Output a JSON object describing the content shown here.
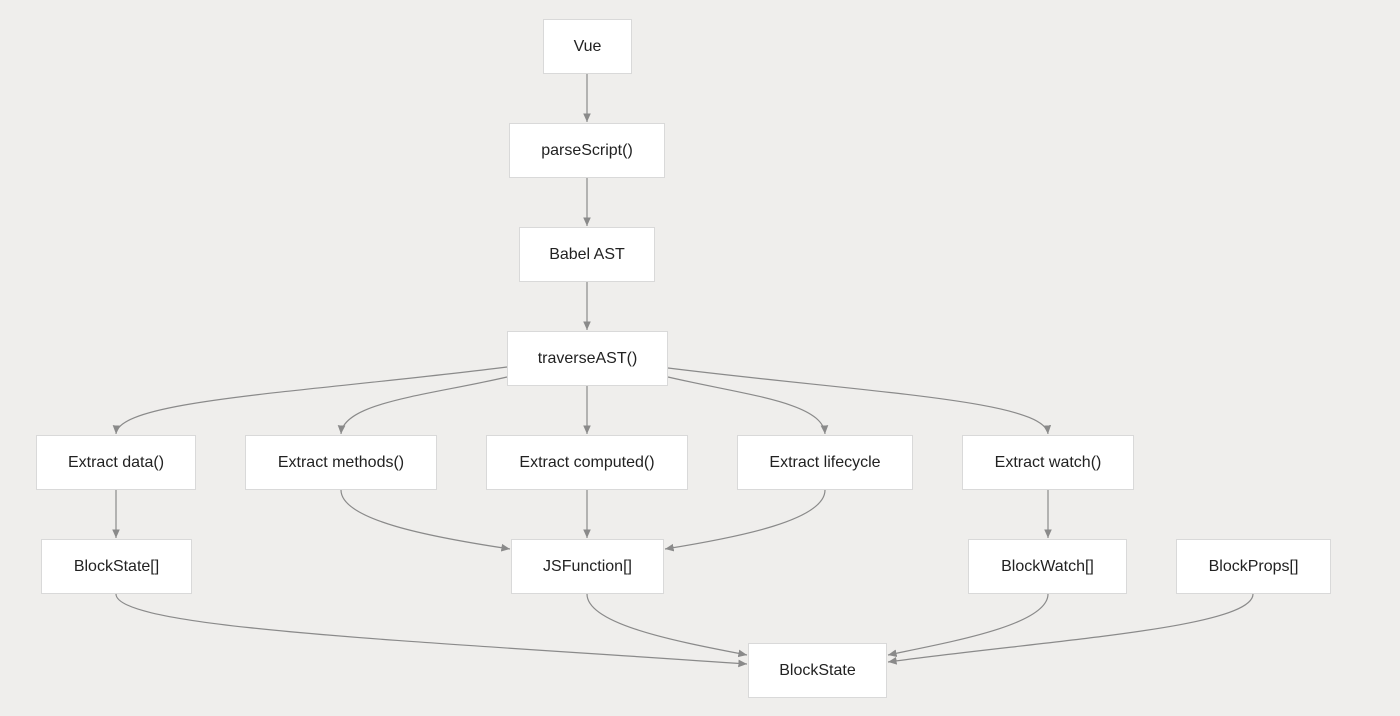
{
  "diagram": {
    "nodes": {
      "vue": "Vue",
      "parse_script": "parseScript()",
      "babel_ast": "Babel AST",
      "traverse_ast": "traverseAST()",
      "extract_data": "Extract data()",
      "extract_methods": "Extract methods()",
      "extract_computed": "Extract computed()",
      "extract_lifecycle": "Extract lifecycle",
      "extract_watch": "Extract watch()",
      "block_state_array": "BlockState[]",
      "js_function_array": "JSFunction[]",
      "block_watch_array": "BlockWatch[]",
      "block_props_array": "BlockProps[]",
      "block_state": "BlockState"
    },
    "edges": [
      [
        "Vue",
        "parseScript()"
      ],
      [
        "parseScript()",
        "Babel AST"
      ],
      [
        "Babel AST",
        "traverseAST()"
      ],
      [
        "traverseAST()",
        "Extract data()"
      ],
      [
        "traverseAST()",
        "Extract methods()"
      ],
      [
        "traverseAST()",
        "Extract computed()"
      ],
      [
        "traverseAST()",
        "Extract lifecycle"
      ],
      [
        "traverseAST()",
        "Extract watch()"
      ],
      [
        "Extract data()",
        "BlockState[]"
      ],
      [
        "Extract methods()",
        "JSFunction[]"
      ],
      [
        "Extract computed()",
        "JSFunction[]"
      ],
      [
        "Extract lifecycle",
        "JSFunction[]"
      ],
      [
        "Extract watch()",
        "BlockWatch[]"
      ],
      [
        "BlockState[]",
        "BlockState"
      ],
      [
        "JSFunction[]",
        "BlockState"
      ],
      [
        "BlockWatch[]",
        "BlockState"
      ],
      [
        "BlockProps[]",
        "BlockState"
      ]
    ],
    "colors": {
      "background": "#efeeec",
      "node_fill": "#ffffff",
      "node_border": "#d9d9d9",
      "edge": "#8a8a8a",
      "text": "#222222"
    }
  }
}
